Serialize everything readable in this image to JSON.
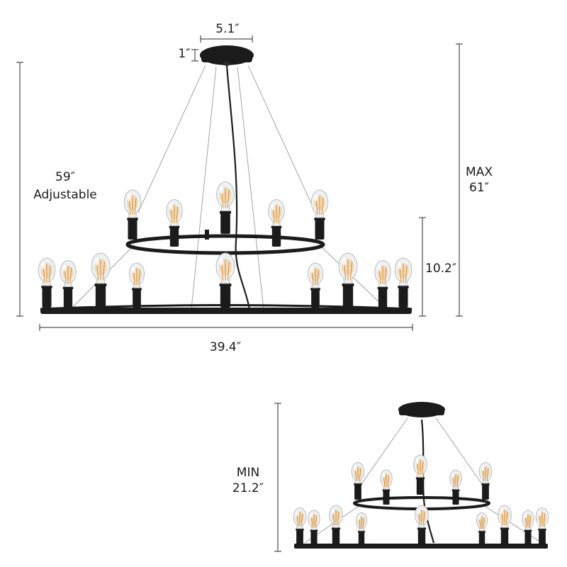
{
  "dimensions": {
    "canopy_width": "5.1″",
    "canopy_height": "1″",
    "overall_height": "59″\nAdjustable",
    "max_height": "MAX\n61″",
    "tier_height": "10.2″",
    "diameter": "39.4″",
    "min_height": "MIN\n21.2″"
  },
  "colors": {
    "metal": "#1b1b1b",
    "glass": "#eef1f3",
    "filament": "#d98a2b",
    "dimension_line": "#2a2a2a"
  }
}
